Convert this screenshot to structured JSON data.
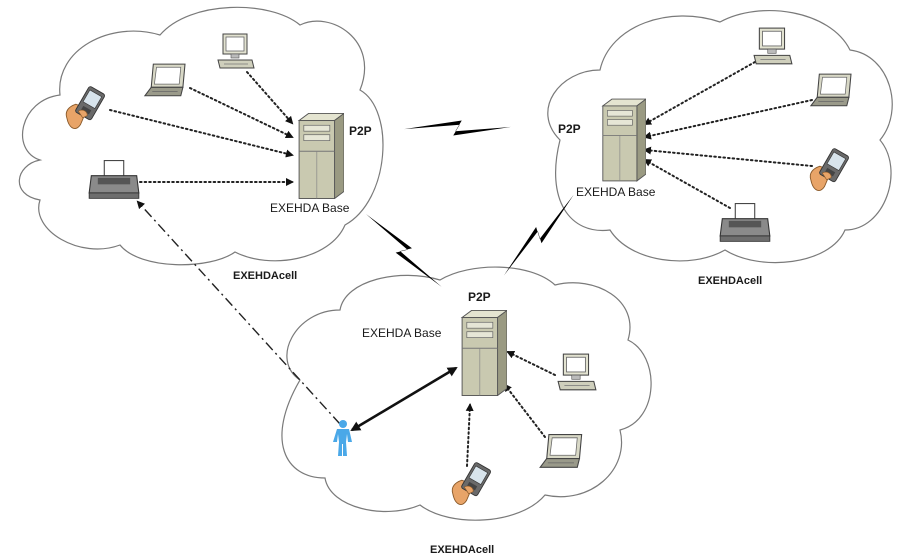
{
  "cells": [
    {
      "id": "top-left",
      "base_label": "EXEHDA Base",
      "p2p_label": "P2P",
      "cell_label": "EXEHDAcell"
    },
    {
      "id": "top-right",
      "base_label": "EXEHDA Base",
      "p2p_label": "P2P",
      "cell_label": "EXEHDAcell"
    },
    {
      "id": "bottom",
      "base_label": "EXEHDA Base",
      "p2p_label": "P2P",
      "cell_label": "EXEHDAcell"
    }
  ],
  "icons": {
    "base": "server-tower-icon",
    "desktop": "desktop-computer-icon",
    "laptop": "laptop-icon",
    "pda": "handheld-pda-icon",
    "printer": "printer-icon",
    "user": "mobile-user-icon",
    "wireless": "lightning-bolt-icon"
  },
  "colors": {
    "base_fill": "#c9c9b0",
    "user": "#4aa8e8",
    "hand": "#e8a468",
    "cloud_stroke": "#7a7a7a"
  }
}
